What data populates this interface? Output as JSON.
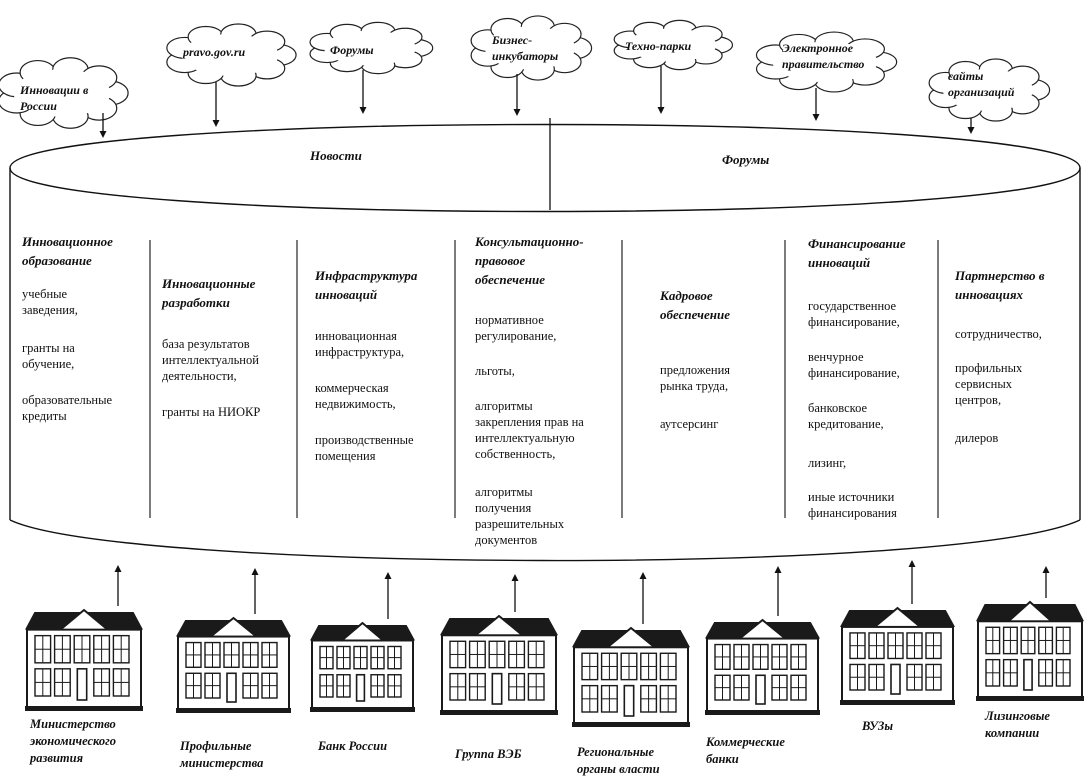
{
  "top_sources": [
    {
      "label": "Инновации в\nРоссии"
    },
    {
      "label": "pravo.gov.ru"
    },
    {
      "label": "Форумы"
    },
    {
      "label": "Бизнес-\nинкубаторы"
    },
    {
      "label": "Техно-парки"
    },
    {
      "label": "Электронное\nправительство"
    },
    {
      "label": "сайты\nорганизаций"
    }
  ],
  "portal": {
    "left_title": "Новости",
    "right_title": "Форумы"
  },
  "columns": [
    {
      "title": "Инновационное\nобразование",
      "items": [
        "учебные\nзаведения,",
        "гранты на\nобучение,",
        "образовательные\nкредиты"
      ]
    },
    {
      "title": "Инновационные\nразработки",
      "items": [
        "база результатов\nинтеллектуальной\nдеятельности,",
        "гранты на НИОКР"
      ]
    },
    {
      "title": "Инфраструктура\nинноваций",
      "items": [
        "инновационная\nинфраструктура,",
        "коммерческая\nнедвижимость,",
        "производственные\nпомещения"
      ]
    },
    {
      "title": "Консультационно-\nправовое\nобеспечение",
      "items": [
        "нормативное\nрегулирование,",
        "льготы,",
        "алгоритмы\nзакрепления прав на\nинтеллектуальную\nсобственность,",
        "алгоритмы\nполучения\nразрешительных\nдокументов"
      ]
    },
    {
      "title": "Кадровое\nобеспечение",
      "items": [
        "предложения\nрынка труда,",
        "аутсерсинг"
      ]
    },
    {
      "title": "Финансирование\nинноваций",
      "items": [
        "государственное\nфинансирование,",
        "венчурное\nфинансирование,",
        "банковское\nкредитование,",
        "лизинг,",
        "иные источники\nфинансирования"
      ]
    },
    {
      "title": "Партнерство в\nинновациях",
      "items": [
        "сотрудничество,",
        "профильных\nсервисных\nцентров,",
        "дилеров"
      ]
    }
  ],
  "institutions": [
    {
      "label": "Министерство\nэкономического\nразвития"
    },
    {
      "label": "Профильные\nминистерства"
    },
    {
      "label": "Банк России"
    },
    {
      "label": "Группа ВЭБ"
    },
    {
      "label": "Региональные\nорганы власти"
    },
    {
      "label": "Коммерческие\nбанки"
    },
    {
      "label": "ВУЗы"
    },
    {
      "label": "Лизинговые\nкомпании"
    }
  ]
}
